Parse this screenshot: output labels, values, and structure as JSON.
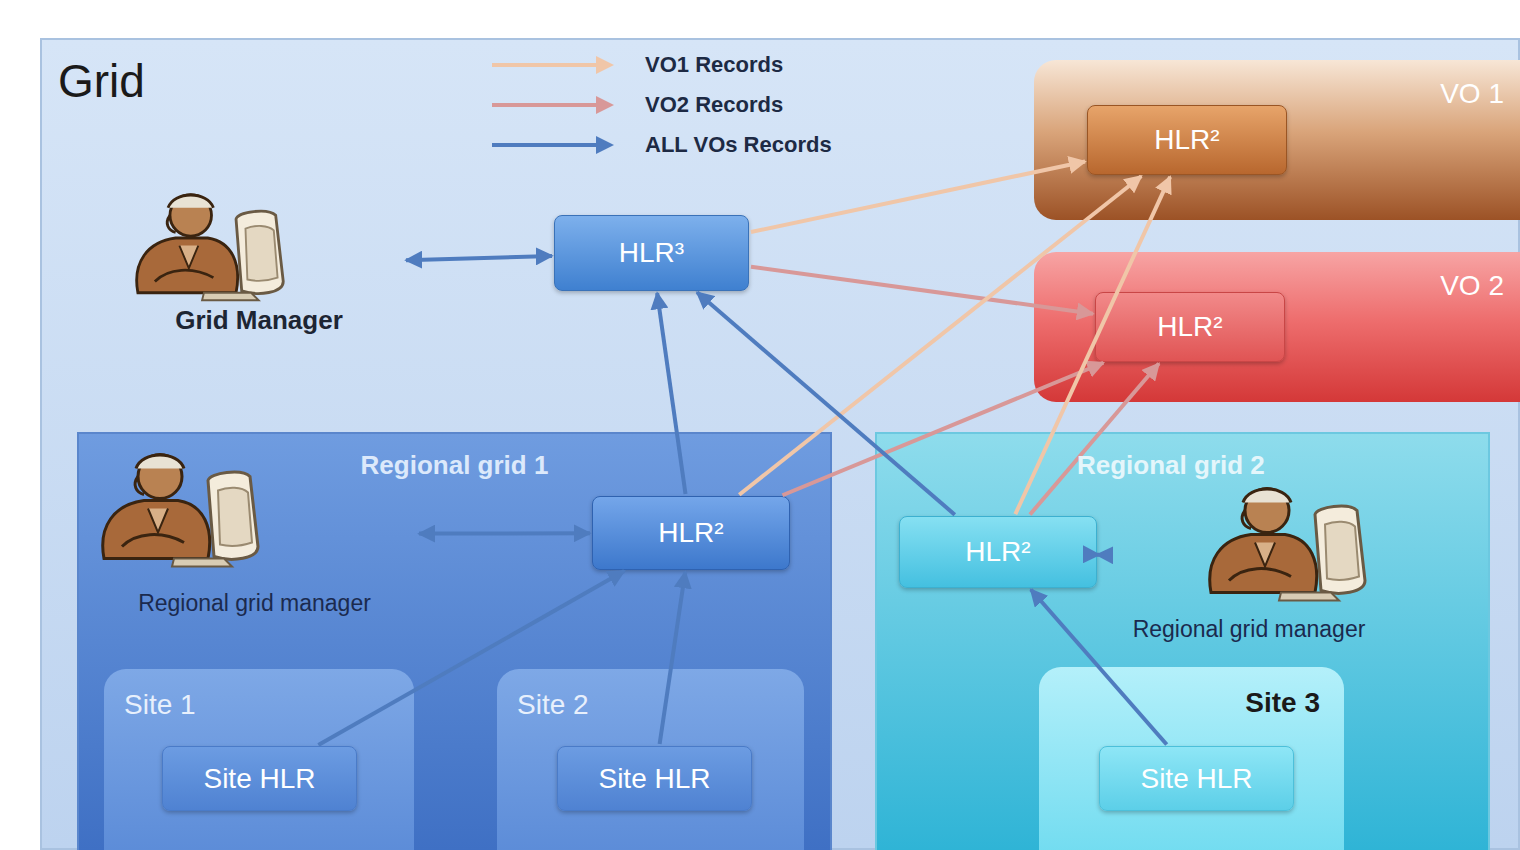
{
  "diagram": {
    "nodes": [
      {
        "text": [
          "Grid"
        ]
      },
      {
        "text": [
          "Grid Manager"
        ],
        "in": 0
      },
      {
        "text": [
          "HLR³"
        ],
        "in": 0
      },
      {
        "text": [
          "VO 1"
        ],
        "in": 0
      },
      {
        "text": [
          "HLR²"
        ],
        "in": 3
      },
      {
        "text": [
          "VO 2"
        ],
        "in": 0
      },
      {
        "text": [
          "HLR²"
        ],
        "in": 5
      },
      {
        "text": [
          "Regional grid 1"
        ],
        "in": 0
      },
      {
        "text": [
          "Regional grid manager"
        ],
        "in": 7
      },
      {
        "text": [
          "HLR²"
        ],
        "in": 7
      },
      {
        "text": [
          "Site 1"
        ],
        "in": 7
      },
      {
        "text": [
          "Site HLR"
        ],
        "in": 10
      },
      {
        "text": [
          "Site 2"
        ],
        "in": 7
      },
      {
        "text": [
          "Site HLR"
        ],
        "in": 12
      },
      {
        "text": [
          "Regional grid 2"
        ],
        "in": 0
      },
      {
        "text": [
          "HLR²"
        ],
        "in": 14
      },
      {
        "text": [
          "Regional grid manager"
        ],
        "in": 14
      },
      {
        "text": [
          "Site 3"
        ],
        "in": 14
      },
      {
        "text": [
          "Site HLR"
        ],
        "in": 17
      }
    ],
    "edges": [
      {
        "from": 1,
        "to": 2,
        "arrow": "both"
      },
      {
        "from": 2,
        "to": 4,
        "arrow": "to"
      },
      {
        "from": 2,
        "to": 6,
        "arrow": "to"
      },
      {
        "from": 9,
        "to": 2,
        "arrow": "to"
      },
      {
        "from": 9,
        "to": 4,
        "arrow": "to"
      },
      {
        "from": 9,
        "to": 6,
        "arrow": "to"
      },
      {
        "from": 15,
        "to": 2,
        "arrow": "to"
      },
      {
        "from": 15,
        "to": 4,
        "arrow": "to"
      },
      {
        "from": 15,
        "to": 6,
        "arrow": "to"
      },
      {
        "from": 8,
        "to": 9,
        "arrow": "both"
      },
      {
        "from": 15,
        "to": 16,
        "arrow": "both"
      },
      {
        "from": 11,
        "to": 9,
        "arrow": "to"
      },
      {
        "from": 13,
        "to": 9,
        "arrow": "to"
      },
      {
        "from": 18,
        "to": 15,
        "arrow": "to"
      }
    ],
    "legend": [
      {
        "text": "VO1 Records"
      },
      {
        "text": "VO2 Records"
      },
      {
        "text": "ALL VOs Records"
      }
    ]
  }
}
